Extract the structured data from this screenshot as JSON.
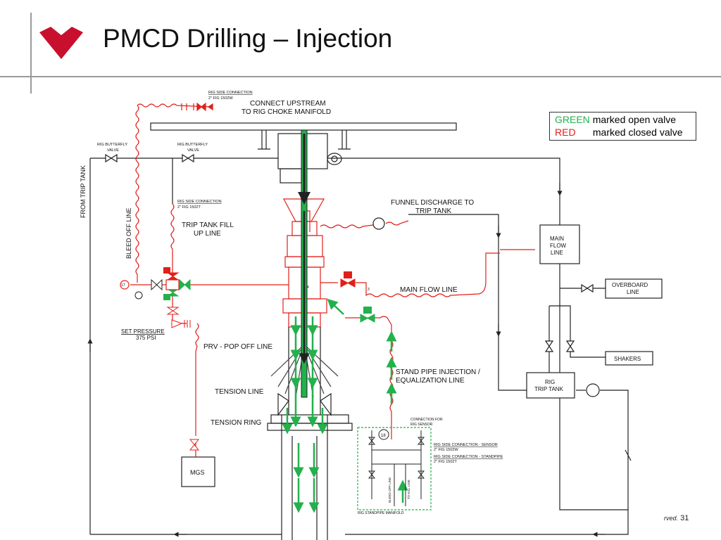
{
  "slide": {
    "title": "PMCD Drilling – Injection",
    "footer_note": "rved.",
    "page_number": "31"
  },
  "legend": {
    "green_word": "GREEN",
    "green_text": "marked open valve",
    "red_word": "RED",
    "red_text": "marked closed valve"
  },
  "labels": {
    "rig_side_connection_top": "RIG SIDE CONNECTION",
    "fig_1502w_top": "2\" FIG 1502W",
    "connect_upstream_1": "CONNECT UPSTREAM",
    "connect_upstream_2": "TO RIG CHOKE MANIFOLD",
    "rig_butterfly_left_1": "RIG BUTTERFLY",
    "rig_butterfly_left_2": "VALVE",
    "rig_butterfly_mid_1": "RIG BUTTERFLY",
    "rig_butterfly_mid_2": "VALVE",
    "from_trip_tank": "FROM TRIP TANK",
    "bleed_off_line": "BLEED OFF LINE",
    "rig_side_connection_fill": "RIG SIDE CONNECTION",
    "fig_1502t_fill": "2\" FIG 1502T",
    "trip_tank_fill_1": "TRIP TANK FILL",
    "trip_tank_fill_2": "UP LINE",
    "funnel_discharge_1": "FUNNEL DISCHARGE TO",
    "funnel_discharge_2": "TRIP TANK",
    "main_flow_box_1": "MAIN",
    "main_flow_box_2": "FLOW",
    "main_flow_box_3": "LINE",
    "overboard_1": "OVERBOARD",
    "overboard_2": "LINE",
    "main_flow_line": "MAIN FLOW LINE",
    "set_pressure": "SET PRESSURE",
    "set_pressure_value": "375 PSI",
    "prv_line": "PRV - POP OFF LINE",
    "shakers": "SHAKERS",
    "stand_pipe_1": "STAND PIPE INJECTION /",
    "stand_pipe_2": "EQUALIZATION LINE",
    "rig_trip_tank_1": "RIG",
    "rig_trip_tank_2": "TRIP TANK",
    "tension_line": "TENSION LINE",
    "tension_ring": "TENSION RING",
    "connection_sensor_1": "CONNECTION FOR",
    "connection_sensor_2": "RIG SENSOR",
    "rig_side_sensor": "RIG SIDE CONNECTION - SENSOR",
    "fig_1502w_sensor": "2\" FIG 1502W",
    "rig_side_standpipe": "RIG SIDE CONNECTION - STANDPIPE",
    "fig_1502t_standpipe": "2\" FIG 1502T",
    "mgs": "MGS",
    "bleed_off_line_small": "BLEED OFF LINE",
    "to_kill_line": "TO KILL LINE",
    "rig_standpipe_manifold": "RIG STANDPIPE MANIFOLD",
    "gauge_18": "18",
    "gauge_17": "17",
    "gauge_4": "4",
    "gauge_3": "3"
  },
  "colors": {
    "red_line": "#e0201b",
    "green_arrow": "#22b14c",
    "black_line": "#222222",
    "logo": "#c8102e"
  }
}
